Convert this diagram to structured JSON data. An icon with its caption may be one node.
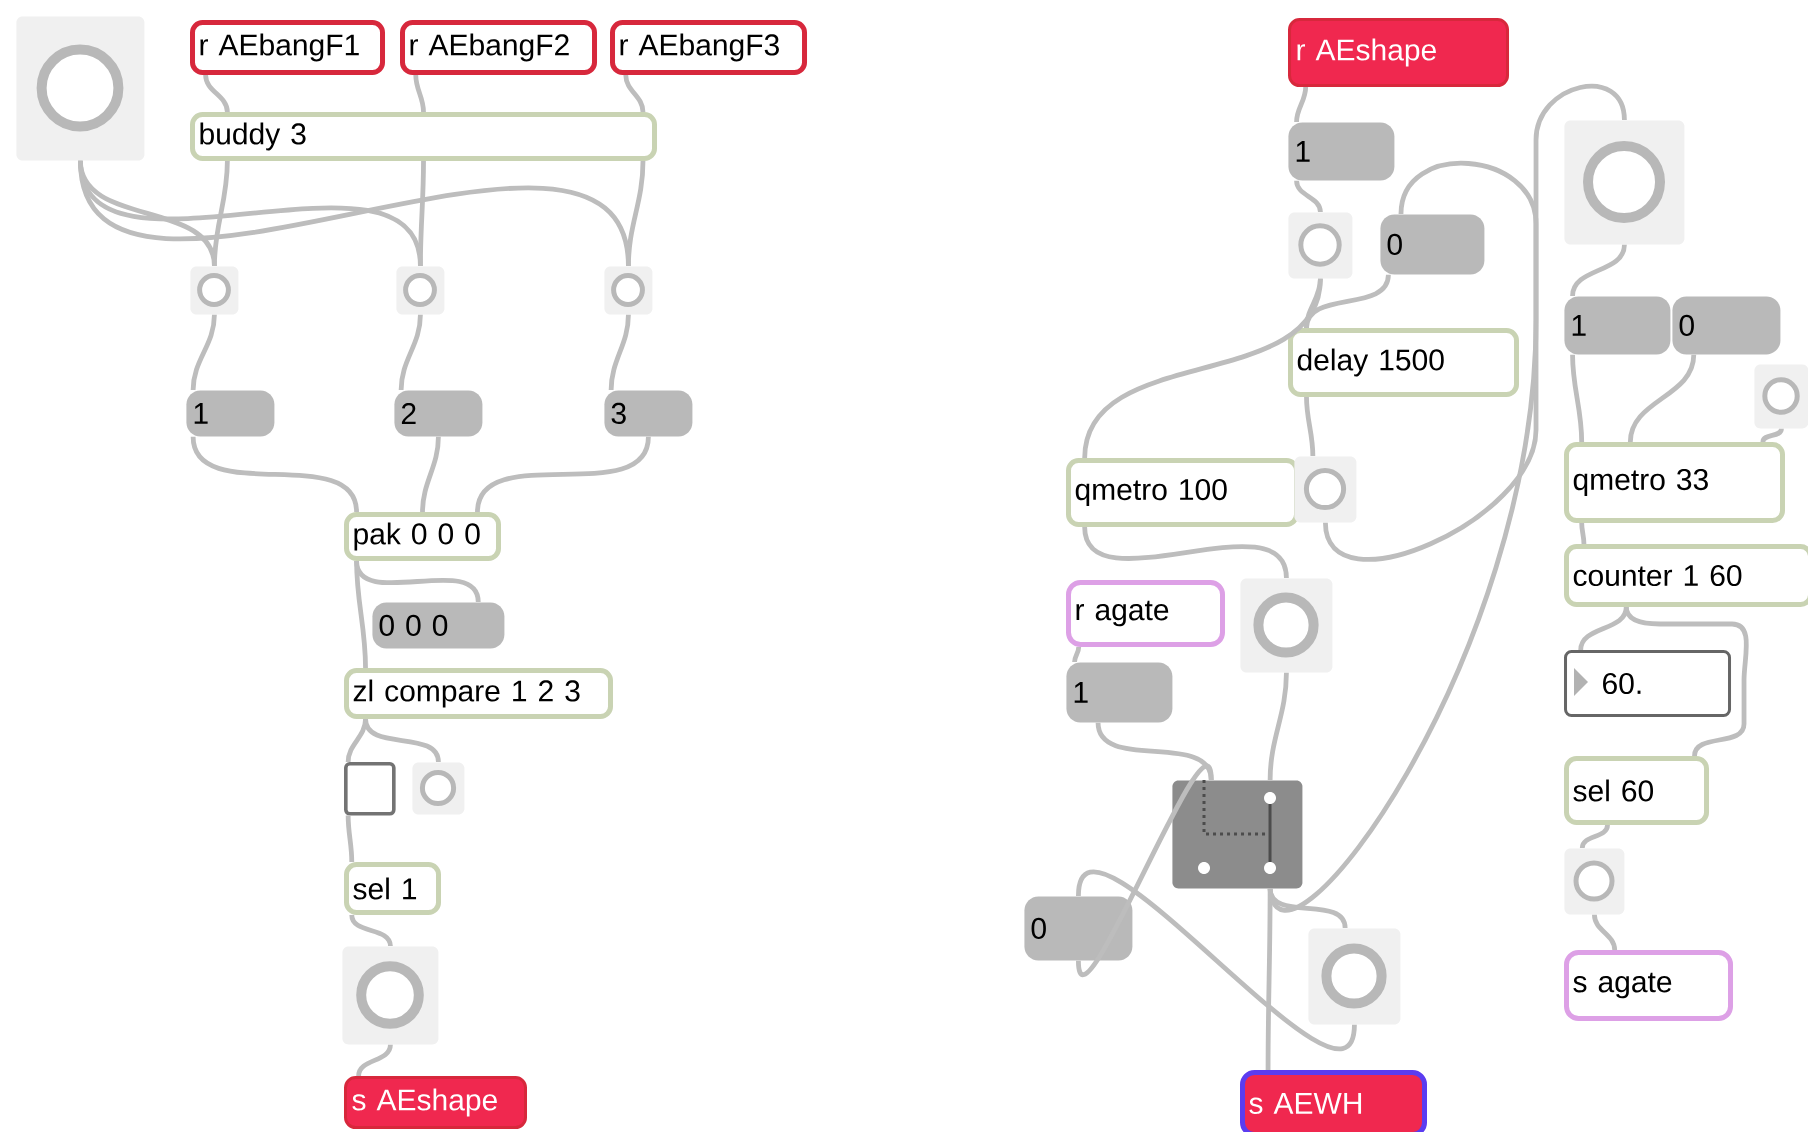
{
  "diagram": {
    "nodes": [
      {
        "text": [],
        "shape": "box"
      },
      {
        "text": [
          "r AEbangF1"
        ]
      },
      {
        "text": [
          "r AEbangF2"
        ]
      },
      {
        "text": [
          "r AEbangF3"
        ]
      },
      {
        "text": [
          "buddy 3"
        ]
      },
      {
        "text": [],
        "shape": "box"
      },
      {
        "text": [],
        "shape": "box"
      },
      {
        "text": [],
        "shape": "box"
      },
      {
        "text": [
          "1"
        ]
      },
      {
        "text": [
          "2"
        ]
      },
      {
        "text": [
          "3"
        ]
      },
      {
        "text": [
          "pak 0 0 0"
        ]
      },
      {
        "text": [
          "0 0 0"
        ]
      },
      {
        "text": [
          "zl compare 1 2 3"
        ]
      },
      {
        "text": [],
        "shape": "box"
      },
      {
        "text": [],
        "shape": "box"
      },
      {
        "text": [
          "sel 1"
        ]
      },
      {
        "text": [],
        "shape": "box"
      },
      {
        "text": [
          "s AEshape"
        ]
      },
      {
        "text": [
          "r AEshape"
        ]
      },
      {
        "text": [
          "1"
        ]
      },
      {
        "text": [],
        "shape": "box"
      },
      {
        "text": [
          "0"
        ]
      },
      {
        "text": [
          "delay 1500"
        ]
      },
      {
        "text": [
          "qmetro 100"
        ]
      },
      {
        "text": [],
        "shape": "box"
      },
      {
        "text": [],
        "shape": "box"
      },
      {
        "text": [
          "1"
        ]
      },
      {
        "text": [
          "0"
        ]
      },
      {
        "text": [],
        "shape": "box"
      },
      {
        "text": [
          "qmetro 33"
        ]
      },
      {
        "text": [
          "counter 1 60"
        ]
      },
      {
        "text": [
          "60."
        ]
      },
      {
        "text": [
          "sel 60"
        ]
      },
      {
        "text": [],
        "shape": "box"
      },
      {
        "text": [
          "s agate"
        ]
      },
      {
        "text": [
          "r agate"
        ]
      },
      {
        "text": [
          "1"
        ]
      },
      {
        "text": [],
        "shape": "box"
      },
      {
        "text": [],
        "shape": "box"
      },
      {
        "text": [
          "0"
        ]
      },
      {
        "text": [],
        "shape": "box"
      },
      {
        "text": [
          "s AEWH"
        ]
      }
    ],
    "edges": [
      {
        "from": 1,
        "to": 4,
        "arrow": "none"
      },
      {
        "from": 2,
        "to": 4,
        "arrow": "none"
      },
      {
        "from": 3,
        "to": 4,
        "arrow": "none"
      },
      {
        "from": 4,
        "to": 5,
        "arrow": "none"
      },
      {
        "from": 4,
        "to": 6,
        "arrow": "none"
      },
      {
        "from": 4,
        "to": 7,
        "arrow": "none"
      },
      {
        "from": 0,
        "to": 5,
        "arrow": "none"
      },
      {
        "from": 0,
        "to": 6,
        "arrow": "none"
      },
      {
        "from": 0,
        "to": 7,
        "arrow": "none"
      },
      {
        "from": 5,
        "to": 8,
        "arrow": "none"
      },
      {
        "from": 6,
        "to": 9,
        "arrow": "none"
      },
      {
        "from": 7,
        "to": 10,
        "arrow": "none"
      },
      {
        "from": 8,
        "to": 11,
        "arrow": "none"
      },
      {
        "from": 9,
        "to": 11,
        "arrow": "none"
      },
      {
        "from": 10,
        "to": 11,
        "arrow": "none"
      },
      {
        "from": 11,
        "to": 12,
        "arrow": "none"
      },
      {
        "from": 11,
        "to": 13,
        "arrow": "none"
      },
      {
        "from": 13,
        "to": 14,
        "arrow": "none"
      },
      {
        "from": 13,
        "to": 15,
        "arrow": "none"
      },
      {
        "from": 14,
        "to": 16,
        "arrow": "none"
      },
      {
        "from": 16,
        "to": 17,
        "arrow": "none"
      },
      {
        "from": 17,
        "to": 18,
        "arrow": "none"
      },
      {
        "from": 19,
        "to": 20,
        "arrow": "none"
      },
      {
        "from": 20,
        "to": 21,
        "arrow": "none"
      },
      {
        "from": 21,
        "to": 23,
        "arrow": "none"
      },
      {
        "from": 21,
        "to": 24,
        "arrow": "none"
      },
      {
        "from": 23,
        "to": 25,
        "arrow": "none"
      },
      {
        "from": 25,
        "to": 22,
        "arrow": "none"
      },
      {
        "from": 22,
        "to": 23,
        "arrow": "none"
      },
      {
        "from": 24,
        "to": 38,
        "arrow": "none"
      },
      {
        "from": 26,
        "to": 27,
        "arrow": "none"
      },
      {
        "from": 27,
        "to": 30,
        "arrow": "none"
      },
      {
        "from": 28,
        "to": 30,
        "arrow": "none"
      },
      {
        "from": 29,
        "to": 30,
        "arrow": "none"
      },
      {
        "from": 30,
        "to": 31,
        "arrow": "none"
      },
      {
        "from": 31,
        "to": 32,
        "arrow": "none"
      },
      {
        "from": 31,
        "to": 33,
        "arrow": "none"
      },
      {
        "from": 33,
        "to": 34,
        "arrow": "none"
      },
      {
        "from": 34,
        "to": 35,
        "arrow": "none"
      },
      {
        "from": 36,
        "to": 37,
        "arrow": "none"
      },
      {
        "from": 37,
        "to": 39,
        "arrow": "none"
      },
      {
        "from": 38,
        "to": 39,
        "arrow": "none"
      },
      {
        "from": 40,
        "to": 39,
        "arrow": "none"
      },
      {
        "from": 39,
        "to": 42,
        "arrow": "none"
      },
      {
        "from": 39,
        "to": 41,
        "arrow": "none"
      },
      {
        "from": 39,
        "to": 26,
        "arrow": "none"
      },
      {
        "from": 41,
        "to": 40,
        "arrow": "none"
      }
    ]
  }
}
